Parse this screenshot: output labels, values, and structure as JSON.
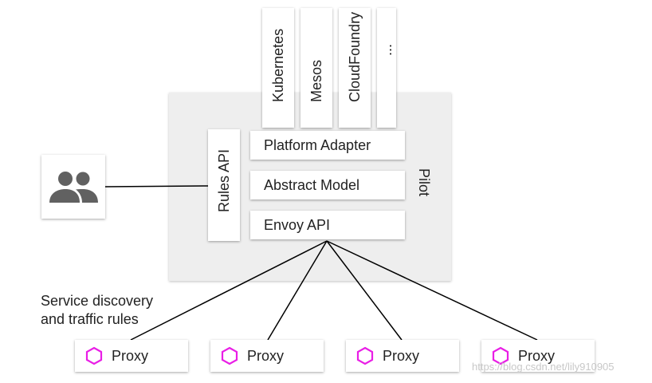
{
  "platforms": [
    {
      "label": "Kubernetes"
    },
    {
      "label": "Mesos"
    },
    {
      "label": "CloudFoundry"
    },
    {
      "label": "..."
    }
  ],
  "pilot": {
    "label": "Pilot",
    "rules_api": "Rules API",
    "layers": {
      "platform_adapter": "Platform Adapter",
      "abstract_model": "Abstract Model",
      "envoy_api": "Envoy API"
    }
  },
  "users": {
    "icon": "people-icon",
    "icon_color": "#616161"
  },
  "service_label": {
    "line1": "Service discovery",
    "line2": "and traffic rules"
  },
  "proxies": [
    {
      "label": "Proxy",
      "icon": "hexagon-icon"
    },
    {
      "label": "Proxy",
      "icon": "hexagon-icon"
    },
    {
      "label": "Proxy",
      "icon": "hexagon-icon"
    },
    {
      "label": "Proxy",
      "icon": "hexagon-icon"
    }
  ],
  "colors": {
    "proxy_hexagon": "#e91ee6",
    "pilot_background": "#eeeeee"
  },
  "watermark": "https://blog.csdn.net/lily910905"
}
